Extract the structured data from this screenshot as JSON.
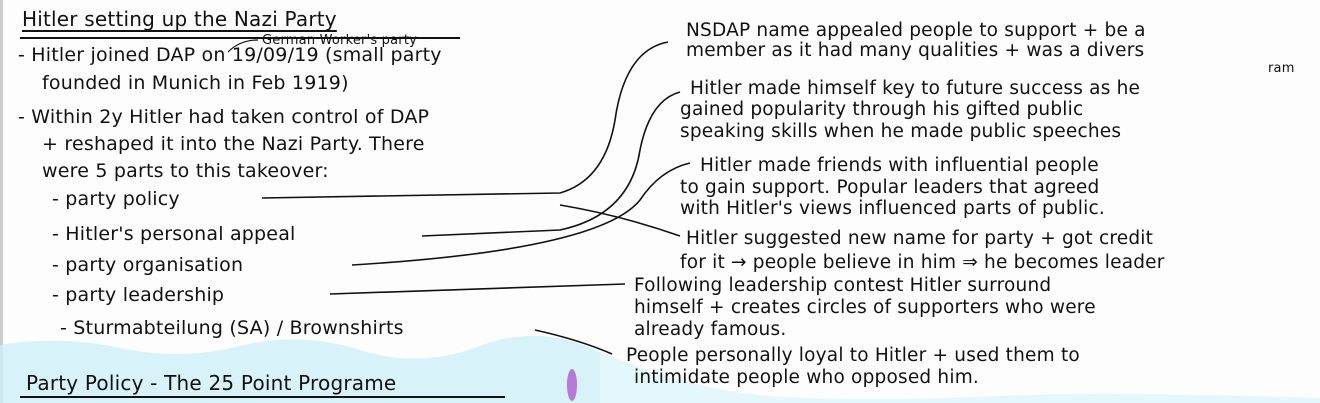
{
  "title": "Hitler setting up the Nazi Party",
  "annotation": "German Worker's party",
  "left_lines": [
    "- Hitler joined DAP on 19/09/19 (small party",
    "founded in Munich in Feb 1919)",
    "- Within 2y Hitler had taken control of DAP",
    "+ reshaped it into the Nazi Party. There",
    "were 5 parts to this takeover:"
  ],
  "parts": [
    "- party policy",
    "- Hitler's personal appeal",
    "- party organisation",
    "- party leadership",
    "- Sturmabteilung (SA) / Brownshirts"
  ],
  "notes": [
    {
      "lines": [
        "NSDAP name appealed people to support + be a",
        "member as it had many qualities + was a divers"
      ],
      "extra": "ram"
    },
    {
      "lines": [
        "Hitler made himself key to future success as he",
        "gained popularity through his gifted public",
        "speaking skills when he made public speeches"
      ]
    },
    {
      "lines": [
        "Hitler made friends with influential people",
        "to gain support. Popular leaders that agreed",
        "with Hitler's views influenced parts of public."
      ]
    },
    {
      "lines": [
        "Hitler suggested new name for party + got credit",
        "for it → people believe in him ⇒ he becomes leader"
      ]
    },
    {
      "lines": [
        "Following leadership contest Hitler surround",
        "himself + creates circles of supporters who were",
        "already famous."
      ]
    },
    {
      "lines": [
        "People personally loyal to Hitler + used them to",
        "intimidate people who opposed him."
      ]
    }
  ],
  "next_heading": "Party Policy - The 25 Point Programe",
  "colors": {
    "ink": "#111111",
    "highlight": "#aee6f5",
    "purple": "#b57ad6"
  }
}
